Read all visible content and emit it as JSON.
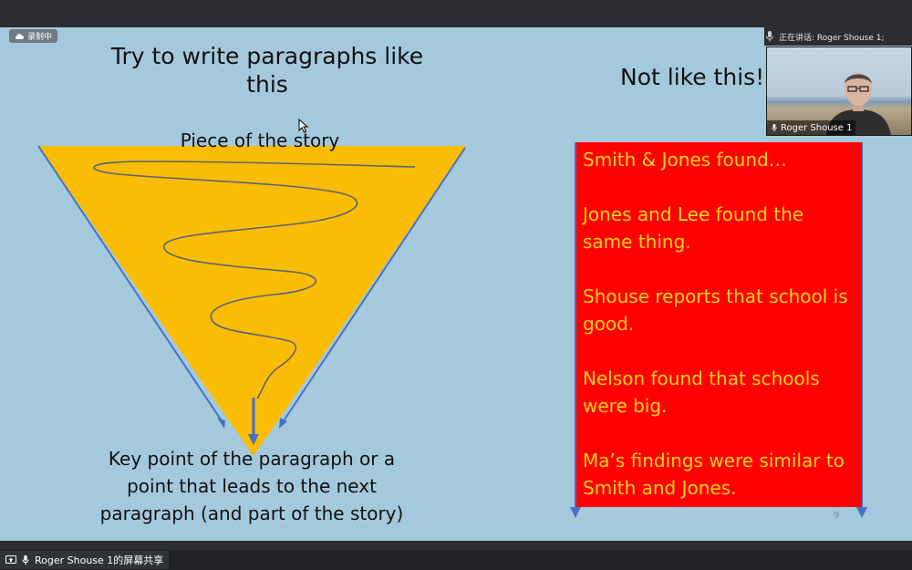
{
  "meeting": {
    "recording_label": "录制中",
    "speaker_now": "正在讲话: Roger Shouse 1;",
    "video_name": "Roger Shouse 1",
    "share_label": "Roger Shouse 1的屏幕共享"
  },
  "slide": {
    "title_left": "Try to write paragraphs like this",
    "title_right": "Not like this!",
    "triangle_top_label": "Piece of the story",
    "triangle_bottom_label": "Key point of the paragraph or a point that leads to the next paragraph (and part of the story)",
    "bad_example": [
      "Smith & Jones found…",
      "Jones and Lee found the same thing.",
      "Shouse reports that school is good.",
      "Nelson found that schools were big.",
      "Ma’s findings were similar to Smith and Jones."
    ],
    "page_number": "9"
  },
  "colors": {
    "slide_background": "#a5c9dc",
    "triangle": "#fbbc04",
    "bad_box": "#ff0000",
    "bad_text": "#ffd21a",
    "arrow": "#4472c4"
  },
  "icons": [
    "cloud-record-icon",
    "microphone-icon",
    "screen-share-icon",
    "mouse-cursor-icon"
  ]
}
